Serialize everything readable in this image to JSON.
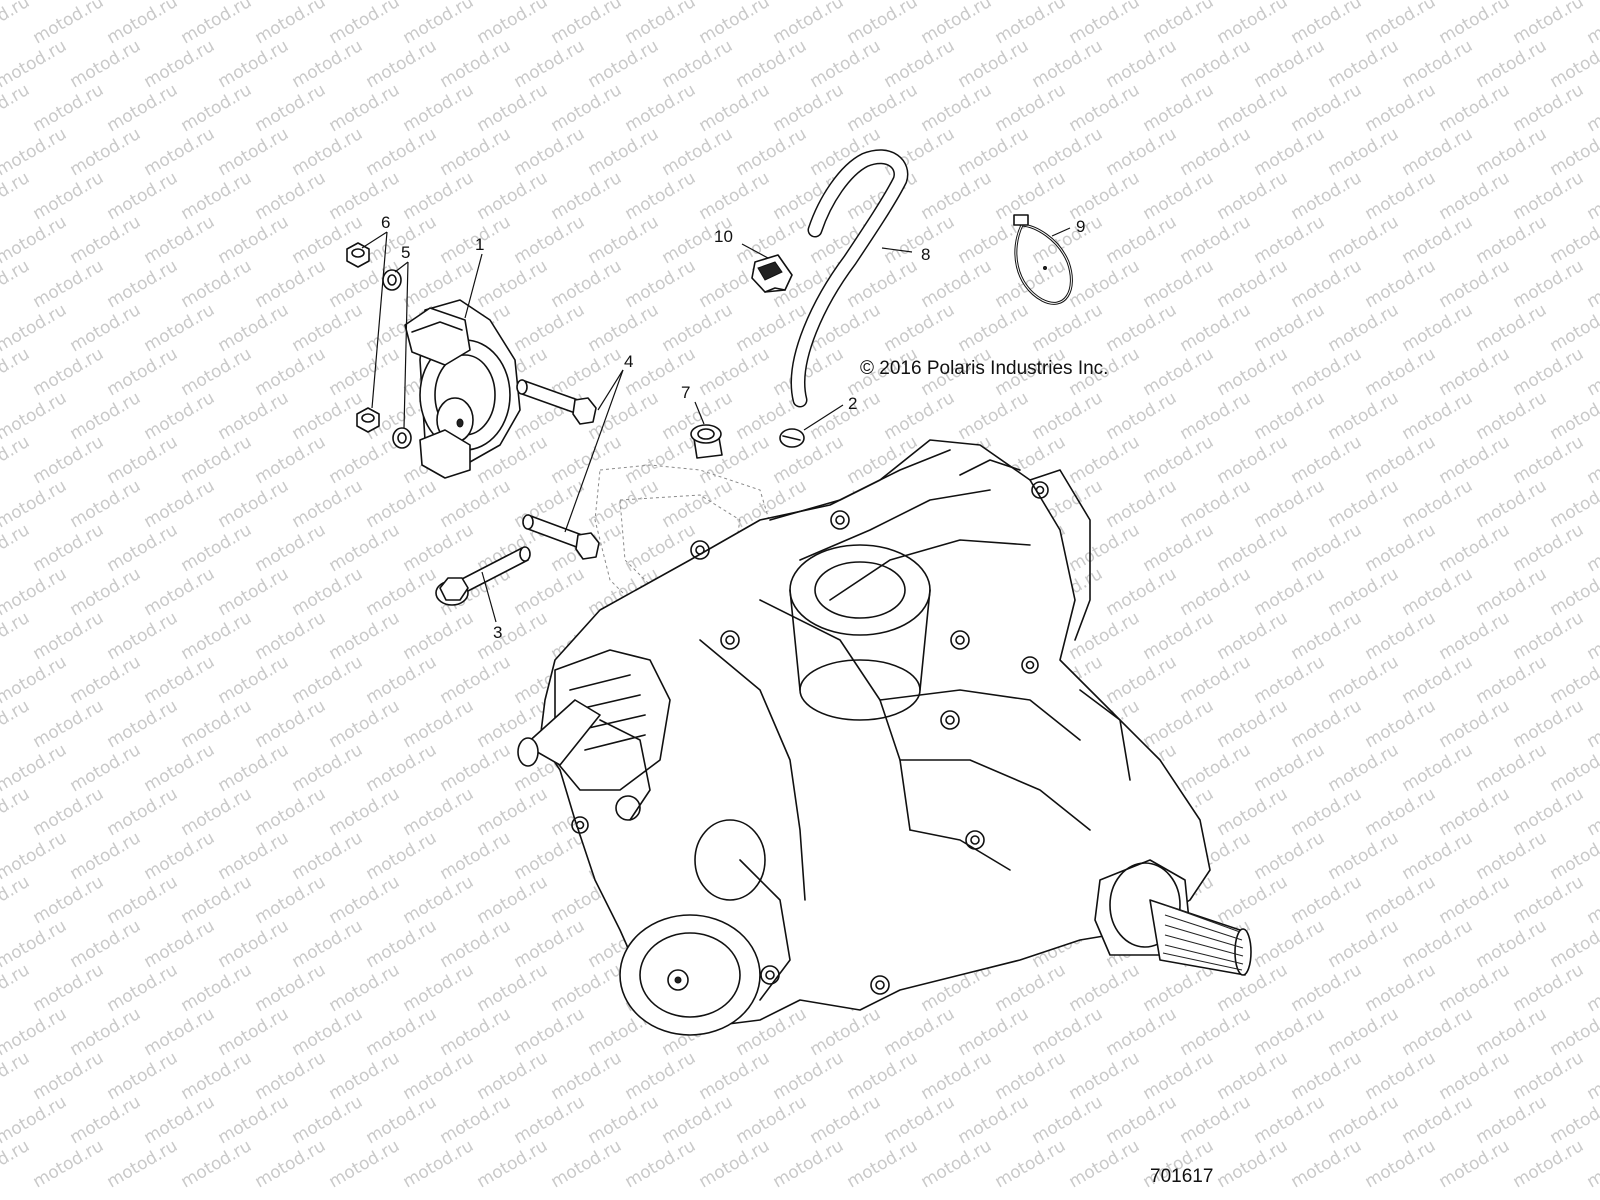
{
  "watermark": {
    "text": "motod.ru"
  },
  "copyright": "© 2016 Polaris Industries Inc.",
  "drawing_number": "701617",
  "callouts": [
    "1",
    "2",
    "3",
    "4",
    "5",
    "6",
    "7",
    "8",
    "9",
    "10"
  ]
}
